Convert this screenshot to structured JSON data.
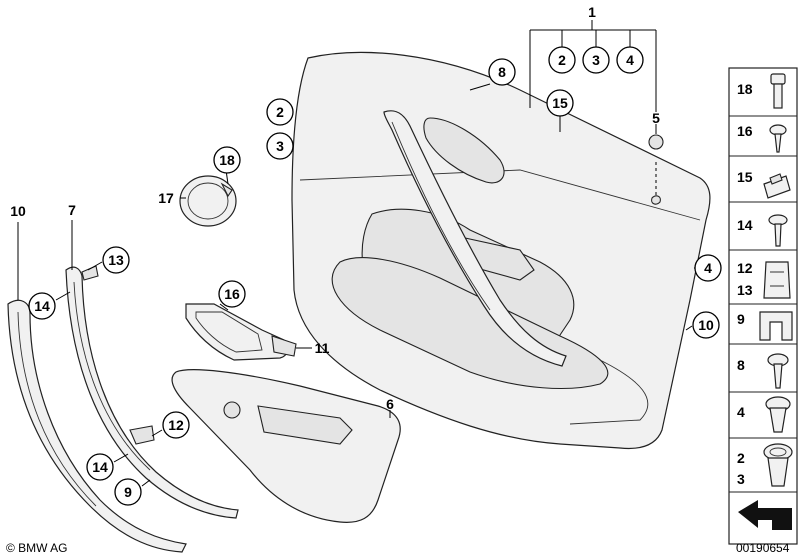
{
  "footer": {
    "copyright": "© BMW AG",
    "diagram_number": "00190654"
  },
  "callouts": {
    "c1": "1",
    "c2a": "2",
    "c3a": "3",
    "c4a": "4",
    "c5": "5",
    "c8": "8",
    "c15": "15",
    "c2b": "2",
    "c3b": "3",
    "c18": "18",
    "c17": "17",
    "c10a": "10",
    "c7": "7",
    "c13": "13",
    "c14a": "14",
    "c16": "16",
    "c11": "11",
    "c4b": "4",
    "c10b": "10",
    "c6": "6",
    "c12": "12",
    "c14b": "14",
    "c9": "9"
  },
  "legend": {
    "r18": "18",
    "r16": "16",
    "r15": "15",
    "r14": "14",
    "r12": "12",
    "r13": "13",
    "r9": "9",
    "r8": "8",
    "r4": "4",
    "r2": "2",
    "r3": "3"
  }
}
